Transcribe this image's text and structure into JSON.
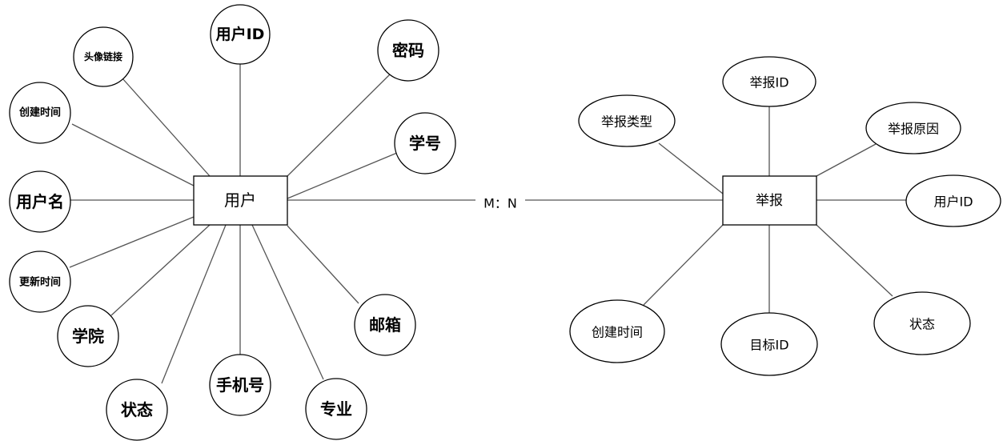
{
  "entities": {
    "user": {
      "label": "用户"
    },
    "report": {
      "label": "举报"
    }
  },
  "relationship": {
    "label": "M：N"
  },
  "user_attributes": {
    "user_id": "用户ID",
    "avatar_link": "头像链接",
    "password": "密码",
    "create_time": "创建时间",
    "student_no": "学号",
    "username": "用户名",
    "update_time": "更新时间",
    "email": "邮箱",
    "college": "学院",
    "status": "状态",
    "phone": "手机号",
    "major": "专业"
  },
  "report_attributes": {
    "report_id": "举报ID",
    "report_type": "举报类型",
    "report_reason": "举报原因",
    "user_id": "用户ID",
    "create_time": "创建时间",
    "target_id": "目标ID",
    "status": "状态"
  }
}
